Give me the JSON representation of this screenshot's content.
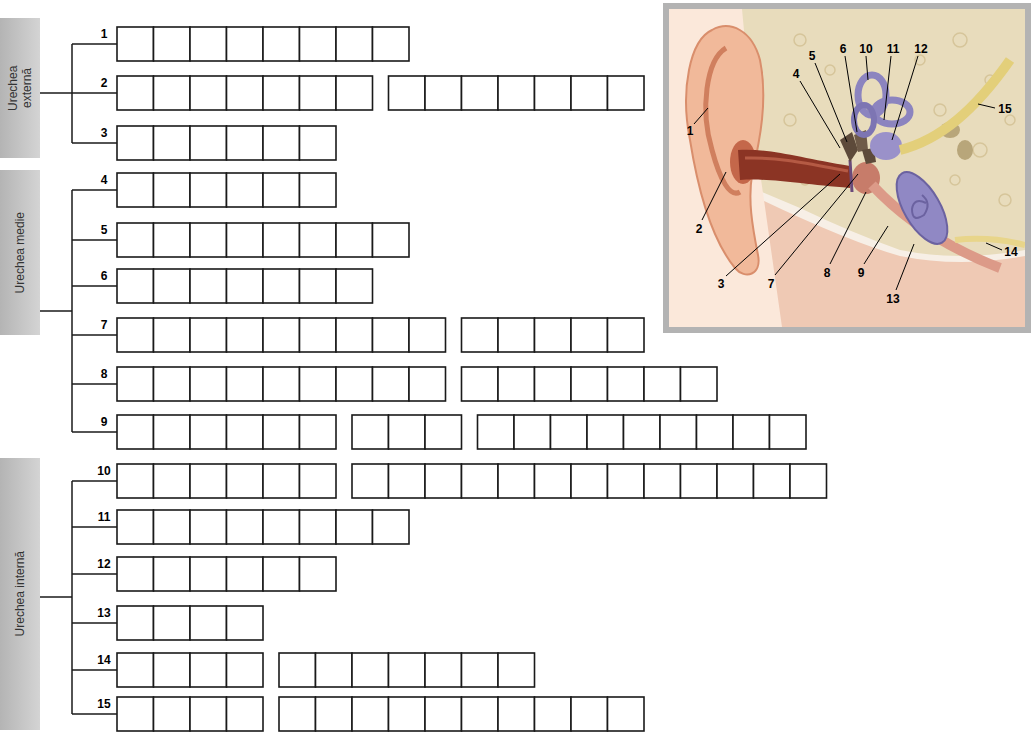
{
  "diagram": {
    "nodes": [
      {
        "text": [
          "Urechea externă"
        ]
      },
      {
        "text": [
          "Urechea medie"
        ]
      },
      {
        "text": [
          "Urechea internă"
        ]
      }
    ],
    "labels": [
      "1",
      "2",
      "3",
      "4",
      "5",
      "6",
      "7",
      "8",
      "9",
      "10",
      "11",
      "12",
      "13",
      "14",
      "15",
      "1",
      "2",
      "3",
      "4",
      "5",
      "6",
      "7",
      "8",
      "9",
      "10",
      "11",
      "12",
      "13",
      "14",
      "15"
    ]
  }
}
